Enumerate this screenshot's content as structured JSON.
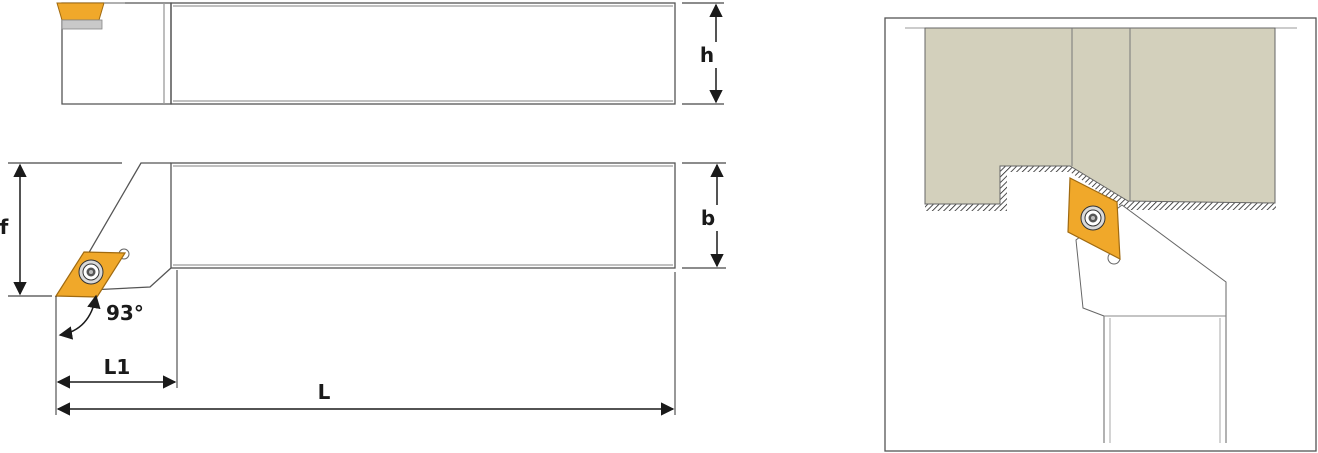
{
  "dimensions": {
    "height": "h",
    "width": "b",
    "offset": "f",
    "angle": "93°",
    "head_length": "L1",
    "length": "L"
  },
  "colors": {
    "insert": "#f0a82a",
    "insert_edge": "#a06a10",
    "workpiece": "#d3d0bc",
    "outline": "#555555",
    "dimension": "#1a1a1a"
  }
}
